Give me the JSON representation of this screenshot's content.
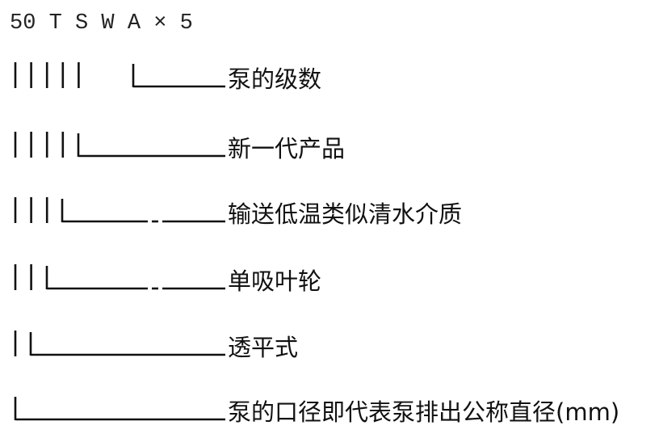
{
  "model_code": "50 T S W A × 5",
  "rows": [
    {
      "label": "泵的级数"
    },
    {
      "label": "新一代产品"
    },
    {
      "label": "输送低温类似清水介质"
    },
    {
      "label": "单吸叶轮"
    },
    {
      "label": "透平式"
    },
    {
      "label": "泵的口径即代表泵排出公称直径(mm)"
    }
  ],
  "colors": {
    "ink": "#111111",
    "background": "#ffffff"
  }
}
